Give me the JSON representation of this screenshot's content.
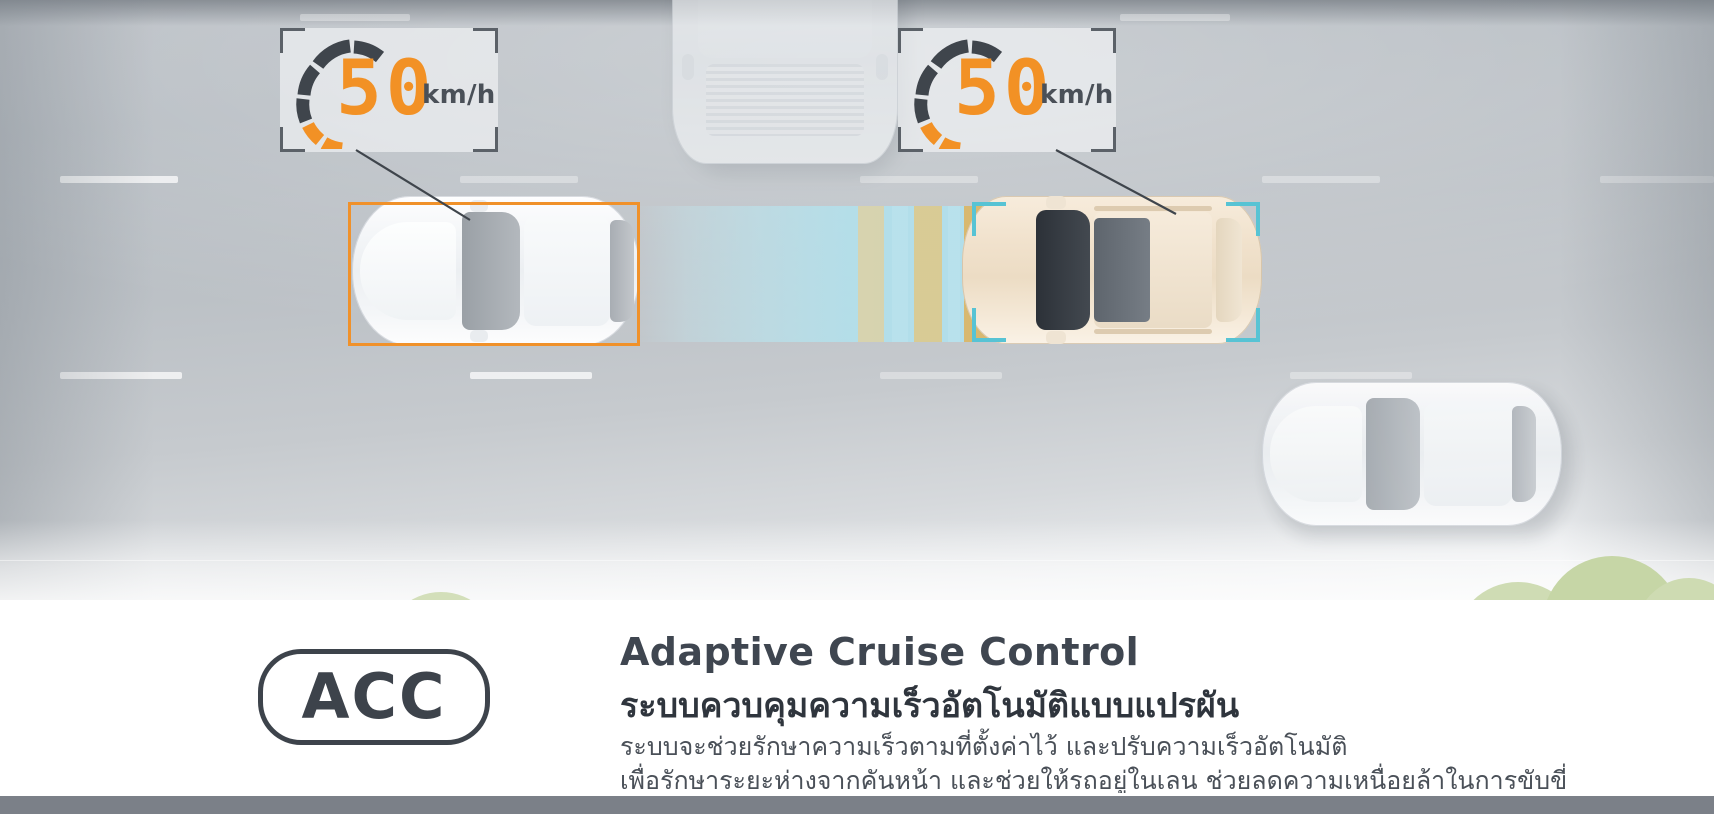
{
  "scene": {
    "title": "Adaptive Cruise Control illustration",
    "road_color": "#b9bec4",
    "beam_color": "#b0e0ec",
    "accent_orange": "#f29125",
    "accent_cyan": "#57c3d4",
    "ink": "#3d434b"
  },
  "hud_left": {
    "speed": "50",
    "unit": "km/h",
    "digit_color": "#f29125",
    "gauge_dark": "#3f454c",
    "gauge_active": "#f29125"
  },
  "hud_right": {
    "speed": "50",
    "unit": "km/h",
    "digit_color": "#f29125",
    "gauge_dark": "#3f454c",
    "gauge_active": "#f29125"
  },
  "detection": {
    "ego_box_color": "#f0912a",
    "target_box_color": "#57c3d4"
  },
  "badge": {
    "label": "ACC"
  },
  "caption": {
    "title_en": "Adaptive Cruise Control",
    "title_th": "ระบบควบคุมความเร็วอัตโนมัติแบบแปรผัน",
    "body_line_1": "ระบบจะช่วยรักษาความเร็วตามที่ตั้งค่าไว้ และปรับความเร็วอัตโนมัติ",
    "body_line_2": "เพื่อรักษาระยะห่างจากคันหน้า และช่วยให้รถอยู่ในเลน ช่วยลดความเหนื่อยล้าในการขับขี่"
  }
}
